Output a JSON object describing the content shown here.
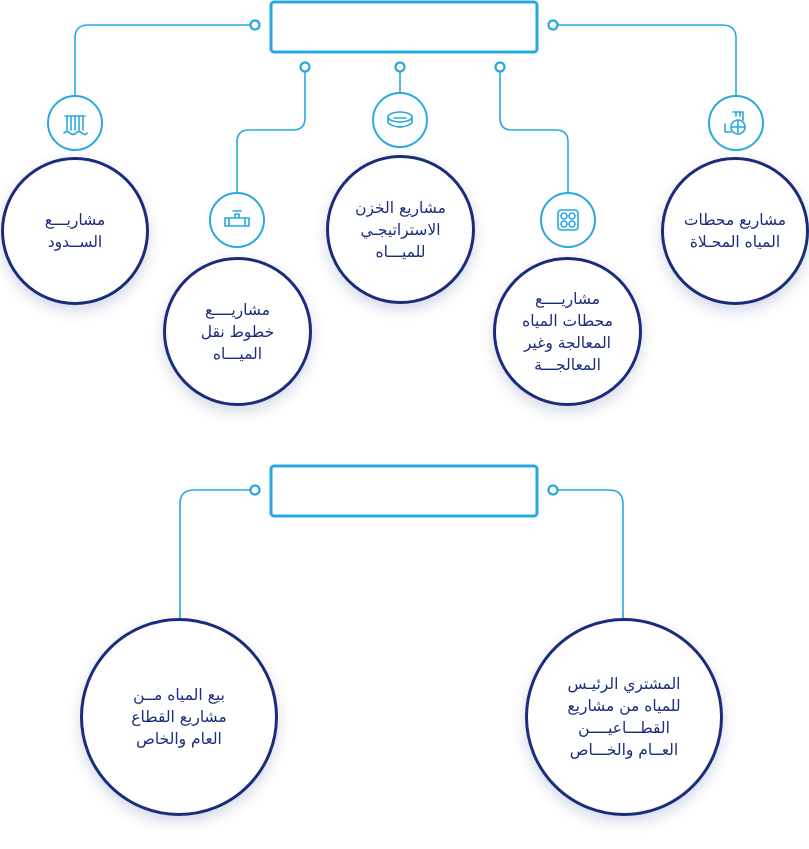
{
  "colors": {
    "accent": "#29a8e0",
    "navy": "#1a2d7c",
    "background": "#ffffff"
  },
  "top_group": {
    "header_text": "",
    "nodes": [
      {
        "label": "مشاريـــع\nالســدود",
        "icon": "dam-icon"
      },
      {
        "label": "مشاريــــع\nخطوط نقل\nالميـــاه",
        "icon": "pipe-valve-icon"
      },
      {
        "label": "مشاريع الخزن\nالاستراتيجـي\nللميـــاه",
        "icon": "storage-tank-icon"
      },
      {
        "label": "مشاريــــع\nمحطات المياه\nالمعالجة وغير\nالمعالجـــة",
        "icon": "treatment-plant-icon"
      },
      {
        "label": "مشاريع محطات\nالمياه المحـلاة",
        "icon": "desalination-icon"
      }
    ]
  },
  "bottom_group": {
    "header_text": "",
    "nodes": [
      {
        "label": "بيع المياه مــن\nمشاريع القطاع\nالعام والخاص"
      },
      {
        "label": "المشتري الرئيـس\nللمياه من مشاريع\nالقطـــاعيــــن\nالعــام والخـــاص"
      }
    ]
  }
}
